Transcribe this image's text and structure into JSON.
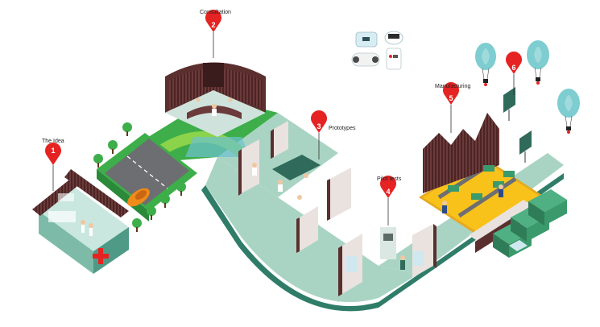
{
  "steps": [
    {
      "number": "1",
      "label": "The Idea"
    },
    {
      "number": "2",
      "label": "Consultation"
    },
    {
      "number": "3",
      "label": "Prototypes"
    },
    {
      "number": "4",
      "label": "Pilot tests"
    },
    {
      "number": "5",
      "label": "Manufacturing"
    },
    {
      "number": "6",
      "label": ""
    }
  ],
  "colors": {
    "marker": "#e52322",
    "floor": "#a9d4c3",
    "wall": "#5c2f2f",
    "grass": "#3dae49",
    "road": "#6d6e71",
    "factory_floor": "#f8c21b",
    "truck": "#3a9a6b",
    "balloon": "#7ecdd0"
  },
  "icons": [
    "hospital-cross-icon",
    "device-icon",
    "hot-air-balloon-icon",
    "truck-icon",
    "car-icon",
    "tree-icon",
    "billboard-icon"
  ]
}
